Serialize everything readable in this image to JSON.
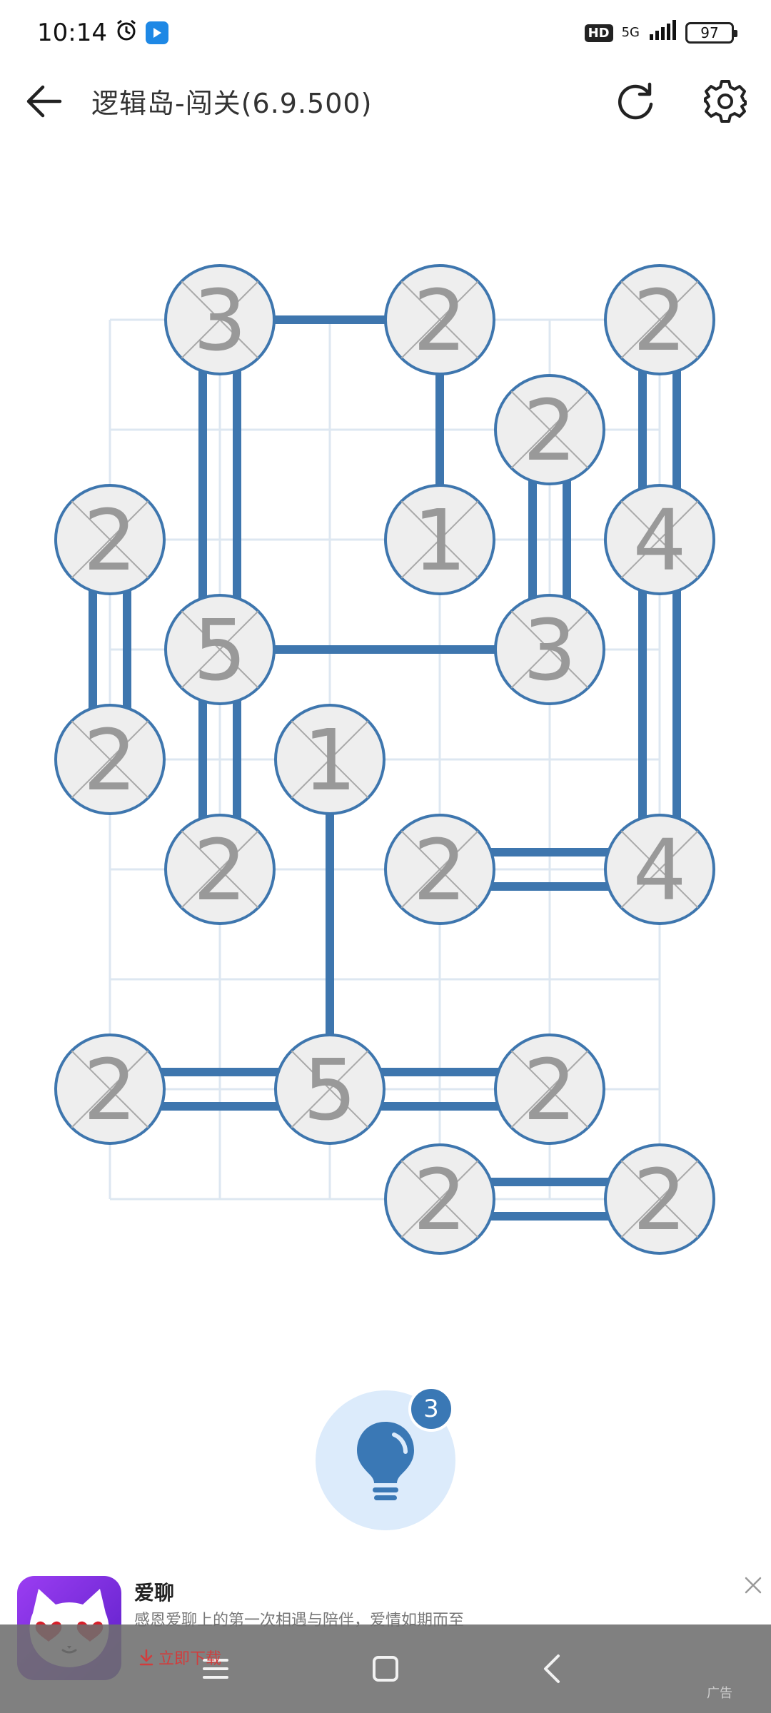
{
  "status_bar": {
    "time": "10:14",
    "hd": "HD",
    "network": "5G",
    "battery": "97"
  },
  "header": {
    "title": "逻辑岛-闯关(6.9.500)"
  },
  "puzzle": {
    "grid_cols": 6,
    "grid_rows": 9,
    "islands": [
      {
        "col": 1,
        "row": 0,
        "value": 3
      },
      {
        "col": 3,
        "row": 0,
        "value": 2
      },
      {
        "col": 5,
        "row": 0,
        "value": 2
      },
      {
        "col": 4,
        "row": 1,
        "value": 2
      },
      {
        "col": 0,
        "row": 2,
        "value": 2
      },
      {
        "col": 3,
        "row": 2,
        "value": 1
      },
      {
        "col": 5,
        "row": 2,
        "value": 4
      },
      {
        "col": 1,
        "row": 3,
        "value": 5
      },
      {
        "col": 4,
        "row": 3,
        "value": 3
      },
      {
        "col": 0,
        "row": 4,
        "value": 2
      },
      {
        "col": 2,
        "row": 4,
        "value": 1
      },
      {
        "col": 1,
        "row": 5,
        "value": 2
      },
      {
        "col": 3,
        "row": 5,
        "value": 2
      },
      {
        "col": 5,
        "row": 5,
        "value": 4
      },
      {
        "col": 0,
        "row": 7,
        "value": 2
      },
      {
        "col": 2,
        "row": 7,
        "value": 5
      },
      {
        "col": 4,
        "row": 7,
        "value": 2
      },
      {
        "col": 3,
        "row": 8,
        "value": 2
      },
      {
        "col": 5,
        "row": 8,
        "value": 2
      }
    ],
    "bridges": [
      {
        "from": 0,
        "to": 1,
        "count": 1
      },
      {
        "from": 0,
        "to": 7,
        "count": 2
      },
      {
        "from": 1,
        "to": 5,
        "count": 1
      },
      {
        "from": 2,
        "to": 6,
        "count": 2
      },
      {
        "from": 3,
        "to": 8,
        "count": 2
      },
      {
        "from": 4,
        "to": 9,
        "count": 2
      },
      {
        "from": 6,
        "to": 13,
        "count": 2
      },
      {
        "from": 7,
        "to": 8,
        "count": 1
      },
      {
        "from": 7,
        "to": 11,
        "count": 2
      },
      {
        "from": 10,
        "to": 15,
        "count": 1
      },
      {
        "from": 12,
        "to": 13,
        "count": 2
      },
      {
        "from": 14,
        "to": 15,
        "count": 2
      },
      {
        "from": 15,
        "to": 16,
        "count": 2
      },
      {
        "from": 17,
        "to": 18,
        "count": 2
      }
    ],
    "colors": {
      "bridge": "#3e76ae",
      "island_fill": "#eeeeee",
      "island_stroke": "#3e76ae",
      "number": "#999999",
      "grid": "#dde7f1"
    }
  },
  "hint": {
    "count": "3"
  },
  "ad": {
    "app_name": "爱聊",
    "description": "感恩爱聊上的第一次相遇与陪伴，爱情如期而至",
    "download_label": "立即下载",
    "ad_label": "广告"
  }
}
